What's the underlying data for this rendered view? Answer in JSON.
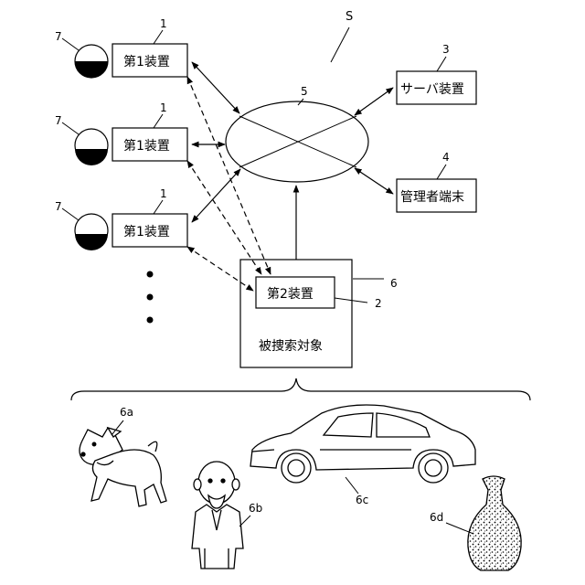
{
  "labels": {
    "system": "S",
    "device1": "第1装置",
    "device2": "第2装置",
    "server": "サーバ装置",
    "admin": "管理者端末",
    "searched": "被捜索対象"
  },
  "refs": {
    "r1a": "1",
    "r1b": "1",
    "r1c": "1",
    "r2": "2",
    "r3": "3",
    "r4": "4",
    "r5": "5",
    "r6": "6",
    "r7a": "7",
    "r7b": "7",
    "r7c": "7",
    "r6a": "6a",
    "r6b": "6b",
    "r6c": "6c",
    "r6d": "6d"
  }
}
